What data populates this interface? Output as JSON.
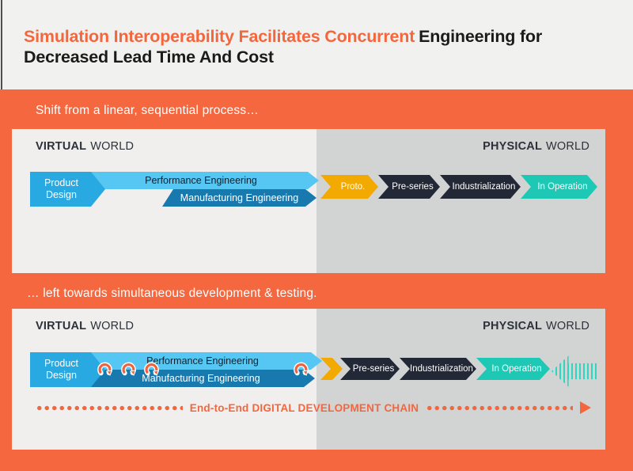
{
  "header": {
    "title_highlight": "Simulation Interoperability Facilitates Concurrent",
    "title_rest_line1": "Engineering for",
    "title_rest_line2": "Decreased Lead Time And Cost"
  },
  "world_labels": {
    "virtual_bold": "VIRTUAL",
    "virtual_rest": "WORLD",
    "physical_bold": "PHYSICAL",
    "physical_rest": "WORLD"
  },
  "panel1": {
    "subtitle": "Shift from a linear, sequential process…",
    "product_design": "Product Design",
    "performance": "Performance Engineering",
    "manufacturing": "Manufacturing Engineering",
    "stages": [
      "Proto.",
      "Pre-series",
      "Industrialization",
      "In Operation"
    ]
  },
  "panel2": {
    "subtitle": "… left towards simultaneous development & testing.",
    "product_design": "Product Design",
    "performance": "Performance Engineering",
    "manufacturing": "Manufacturing Engineering",
    "stages": [
      "Pre-series",
      "Industrialization",
      "In Operation"
    ],
    "chain_label": "End-to-End DIGITAL DEVELOPMENT CHAIN"
  },
  "icons": {
    "sync": "circular-sync-arrow",
    "feedback": "striped-left-arrow",
    "chain_arrowhead": "right-arrowhead"
  },
  "colors": {
    "background_orange": "#F5673E",
    "header_gray": "#F1F1F0",
    "title_orange": "#F4663C",
    "title_black": "#1B1B1B",
    "panel_light_gray": "#F0EFED",
    "panel_dark_gray": "#D2D4D3",
    "product_blue": "#29A9E1",
    "performance_light_blue": "#55C7F2",
    "manufacturing_dark_blue": "#1879AE",
    "proto_amber": "#F2A900",
    "stage_navy": "#232836",
    "operation_teal": "#1DC9B4",
    "feedback_teal": "#2ED5BF",
    "sync_icon_orange": "#F0613C",
    "world_text": "#2C313A"
  }
}
